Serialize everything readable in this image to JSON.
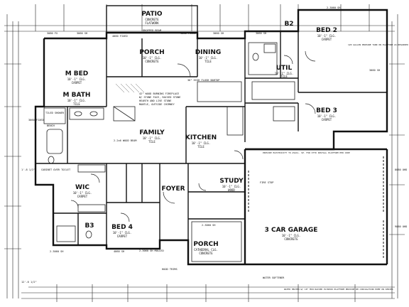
{
  "plan": {
    "rooms": {
      "patio": "PATIO",
      "porch_rear": "PORCH",
      "dining": "DINING",
      "b2": "B2",
      "bed2": "BED 2",
      "util": "UTIL",
      "bed3": "BED 3",
      "mbed": "M BED",
      "mbath": "M BATH",
      "family": "FAMILY",
      "kitchen": "KITCHEN",
      "study": "STUDY",
      "foyer": "FOYER",
      "wic": "WIC",
      "b3": "B3",
      "bed4": "BED 4",
      "porch_front": "PORCH",
      "garage": "3 CAR GARAGE"
    },
    "sublabels": {
      "patio_1": "CONCRETE",
      "patio_2": "FLATWORK",
      "porch_rear_1": "10'-1\" CLG.",
      "porch_rear_2": "CONCRETE",
      "dining_1": "10'-1\" CLG.",
      "dining_2": "TILE",
      "bed2_1": "10'-1\" CLG.",
      "bed2_2": "CARPET",
      "util_1": "10'-1\" CLG.",
      "util_2": "TILE",
      "bed3_1": "10'-1\" CLG.",
      "bed3_2": "CARPET",
      "mbed_1": "10'-1\" CLG.",
      "mbed_2": "CARPET",
      "mbath_1": "10'-1\" CLG.",
      "mbath_2": "TILE",
      "family_1": "10'-1\" CLG.",
      "family_2": "TILE",
      "kitchen_1": "10'-1\" CLG.",
      "kitchen_2": "TILE",
      "study_1": "10'-1\" CLG.",
      "study_2": "WOOD",
      "wic_1": "10'-1\" CLG.",
      "wic_2": "CARPET",
      "bed4_1": "10'-1\" CLG.",
      "bed4_2": "CARPET",
      "porch_front_1": "CATHEDRAL CLG.",
      "porch_front_2": "CONCRETE",
      "garage_1": "10'-1\" CLG.",
      "garage_2": "CONCRETE"
    },
    "notes": {
      "dropped_beam": "DROPPED BEAM",
      "fireplace": "42\" WOOD BURNING FIREPLACE",
      "fireplace_2": "W/ STONE FACE, RAISED STONE",
      "fireplace_3": "HEARTH AND LIVE STONE",
      "fireplace_4": "MANTLE, OUTSIDE CHIMNEY",
      "bartop": "36\" HIGH FLUSH BARTOP",
      "water_heater": "120 GALLON PROPANE TANK ON PLATFORM AS REQUIRED",
      "provide_elec": "PROVIDE ELECTRICITY TO AVAIL. SP. FOR OTTO INSTALL PLATFORM PER CODE",
      "water_softener": "WATER SOFTENER",
      "water_heater_note": "WATER HEATER W/ 18\" MIN RAISED PLYWOOD PLATFORM PROVIDE RE-CIRCULATION PUMP ON SERIES",
      "bench": "BENCH",
      "tiled_shower": "TILED SHOWER",
      "garnet": "CABINET OVER TOILET",
      "wood_beam": "2-2x6 WOOD BEAM",
      "fire_stop": "FIRE STOP",
      "hood_trims": "HOOD TRIMS",
      "wood_beam_2": "2-3060 SH MULLED",
      "frnt_door": "2-3060 SH",
      "dim_left": "1'-8 1/2\"",
      "dim_bottom": "12'-6 1/2\""
    },
    "window_tags": {
      "w1": "3080 FX",
      "w2": "3060 SH",
      "w3": "4060 FIXED",
      "w4": "4060 FIXED",
      "w5": "3060 SH",
      "w6": "3060 SH",
      "w7": "2-3060 SH",
      "w8": "3060 SH",
      "w9": "8080 OHD",
      "w10": "9080 OHD",
      "w11": "3060 FIXED",
      "w12": "2-3060 SH",
      "w13": "4060 SH"
    }
  }
}
